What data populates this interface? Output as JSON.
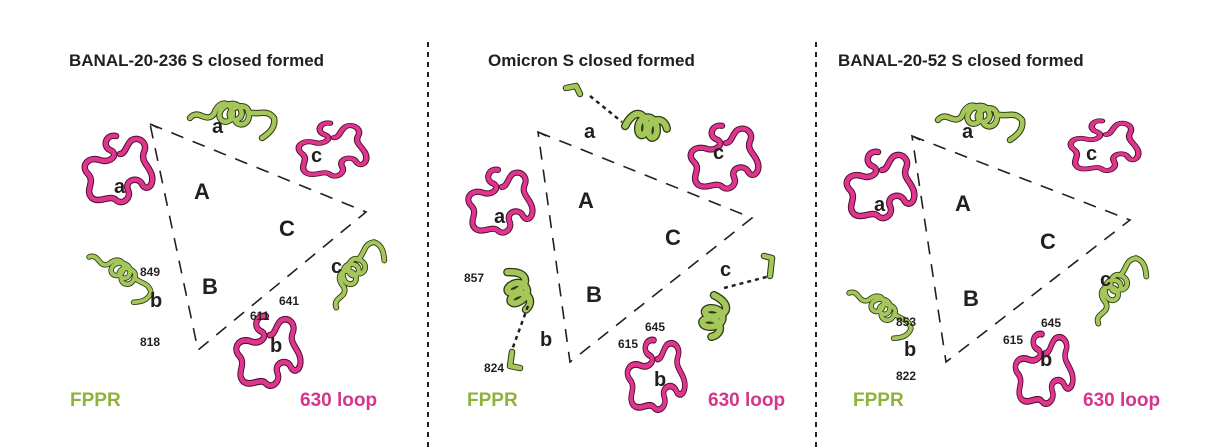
{
  "panels": [
    {
      "title": "BANAL-20-236 S closed formed",
      "triangle_labels": [
        "A",
        "B",
        "C"
      ],
      "domain_labels": [
        "a",
        "a",
        "b",
        "b",
        "c",
        "c"
      ],
      "residues": [
        "849",
        "818",
        "611",
        "641"
      ],
      "legend_left": "FPPR",
      "legend_right": "630 loop"
    },
    {
      "title": "Omicron S closed formed",
      "triangle_labels": [
        "A",
        "B",
        "C"
      ],
      "domain_labels": [
        "a",
        "a",
        "b",
        "b",
        "c",
        "c"
      ],
      "residues": [
        "857",
        "824",
        "615",
        "645"
      ],
      "legend_left": "FPPR",
      "legend_right": "630 loop"
    },
    {
      "title": "BANAL-20-52  S closed formed",
      "triangle_labels": [
        "A",
        "B",
        "C"
      ],
      "domain_labels": [
        "a",
        "a",
        "b",
        "b",
        "c",
        "c"
      ],
      "residues": [
        "853",
        "822",
        "615",
        "645"
      ],
      "legend_left": "FPPR",
      "legend_right": "630 loop"
    }
  ],
  "colors": {
    "fppr_green": "#8db33a",
    "loop_pink": "#d5358c",
    "text": "#231f20"
  }
}
